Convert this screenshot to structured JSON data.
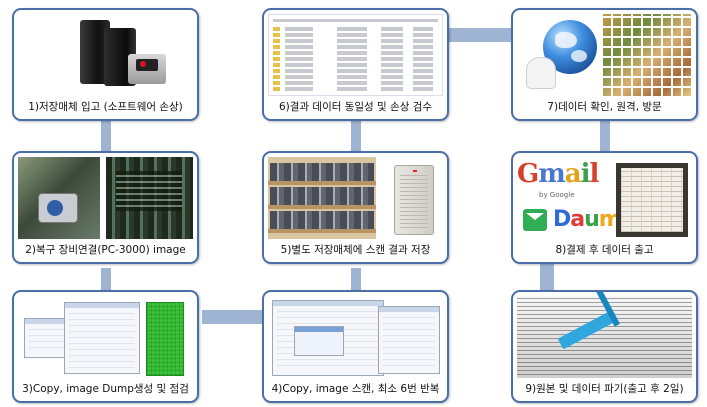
{
  "steps": [
    {
      "id": 1,
      "label": "1)저장매체 입고 (소프트웨어 손상)"
    },
    {
      "id": 2,
      "label": "2)복구 장비연결(PC-3000)  image"
    },
    {
      "id": 3,
      "label": "3)Copy, image Dump생성 및 점검"
    },
    {
      "id": 4,
      "label": "4)Copy, image 스캔, 최소 6번 반복"
    },
    {
      "id": 5,
      "label": "5)별도 저장매체에 스캔 결과 저장"
    },
    {
      "id": 6,
      "label": "6)결과 데이터 동일성 및 손상 검수"
    },
    {
      "id": 7,
      "label": "7)데이터 확인, 원격, 방문"
    },
    {
      "id": 8,
      "label": "8)결제 후 데이터 출고"
    },
    {
      "id": 9,
      "label": "9)원본 및 데이터 파기(출고 후 2일)"
    }
  ],
  "logos": {
    "gmail": [
      "G",
      "m",
      "a",
      "i",
      "l"
    ],
    "by_google": "by Google",
    "daum": [
      "D",
      "a",
      "u",
      "m"
    ]
  },
  "icons": [
    "storage-device-icon",
    "hardware-photo",
    "dump-screen",
    "scan-screen",
    "storage-shelf",
    "file-list",
    "globe-icon",
    "mail-logo",
    "shredding-image"
  ]
}
